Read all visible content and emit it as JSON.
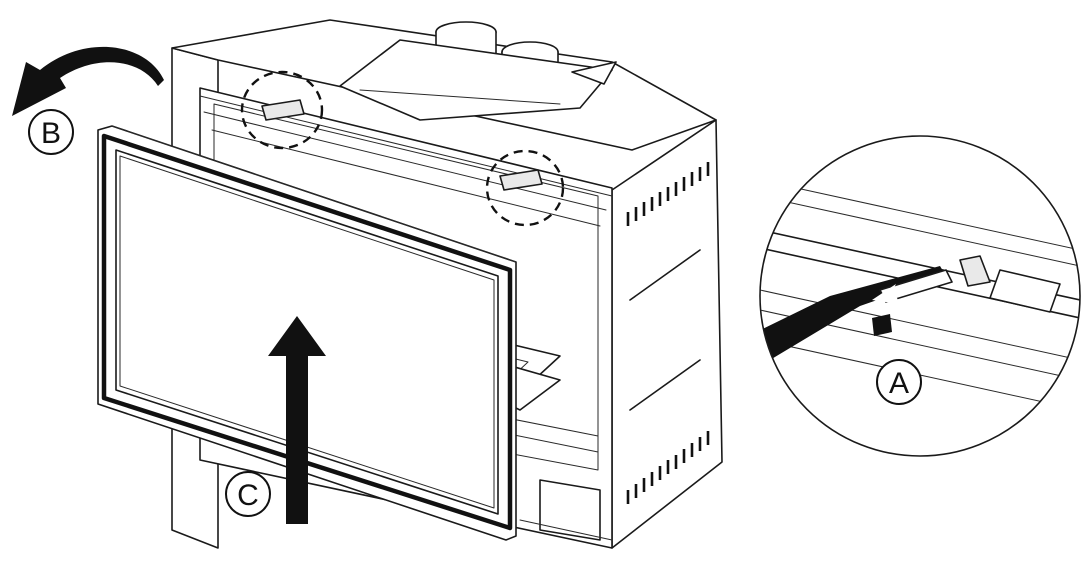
{
  "callouts": {
    "a": "A",
    "b": "B",
    "c": "C"
  },
  "colors": {
    "line": "#1a1a1a",
    "arrow": "#111111",
    "background": "#ffffff"
  }
}
